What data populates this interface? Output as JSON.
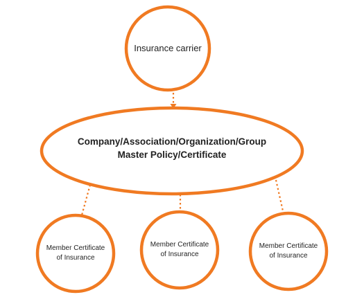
{
  "diagram": {
    "accent_color": "#F07A22",
    "top_node": {
      "label": "Insurance carrier"
    },
    "middle_node": {
      "line1": "Company/Association/Organization/Group",
      "line2": "Master Policy/Certificate"
    },
    "leaf_nodes": [
      {
        "line1": "Member Certificate",
        "line2": "of Insurance"
      },
      {
        "line1": "Member Certificate",
        "line2": "of Insurance"
      },
      {
        "line1": "Member Certificate",
        "line2": "of Insurance"
      }
    ]
  }
}
